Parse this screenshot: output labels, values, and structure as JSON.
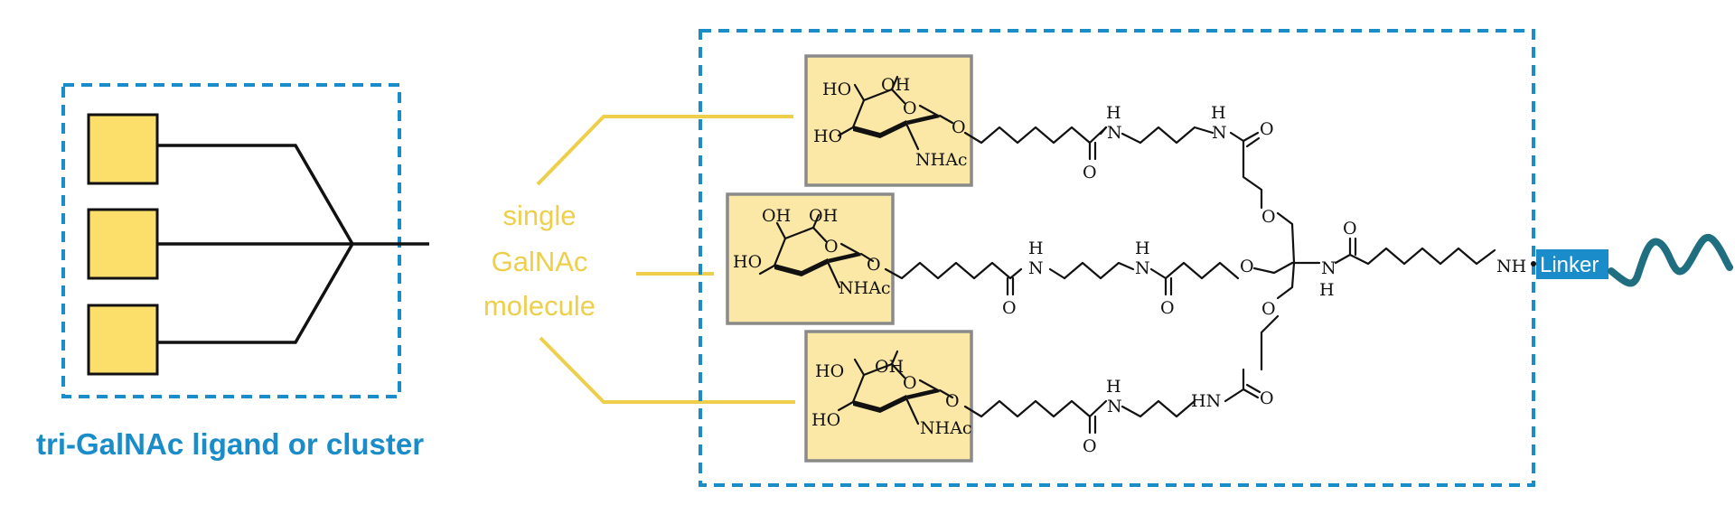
{
  "colors": {
    "accent_blue": "#1a8cc9",
    "label_yellow": "#edcf4c",
    "square_fill": "#fcdf6a",
    "box_fill": "#fbe7a6",
    "box_border": "#8a8a8a",
    "helix": "#1f6f80"
  },
  "schematic": {
    "caption": "tri-GalNAc ligand or cluster",
    "unit_count": 3
  },
  "callout": {
    "line1": "single",
    "line2": "GalNAc",
    "line3": "molecule"
  },
  "structure": {
    "sugar_labels": {
      "ho": "HO",
      "oh": "OH",
      "nhac": "NHAc",
      "o": "O"
    },
    "amide_labels": {
      "n": "N",
      "h": "H",
      "o": "O",
      "hn": "HN"
    },
    "terminal_nh": "NH",
    "linker_label": "Linker"
  }
}
